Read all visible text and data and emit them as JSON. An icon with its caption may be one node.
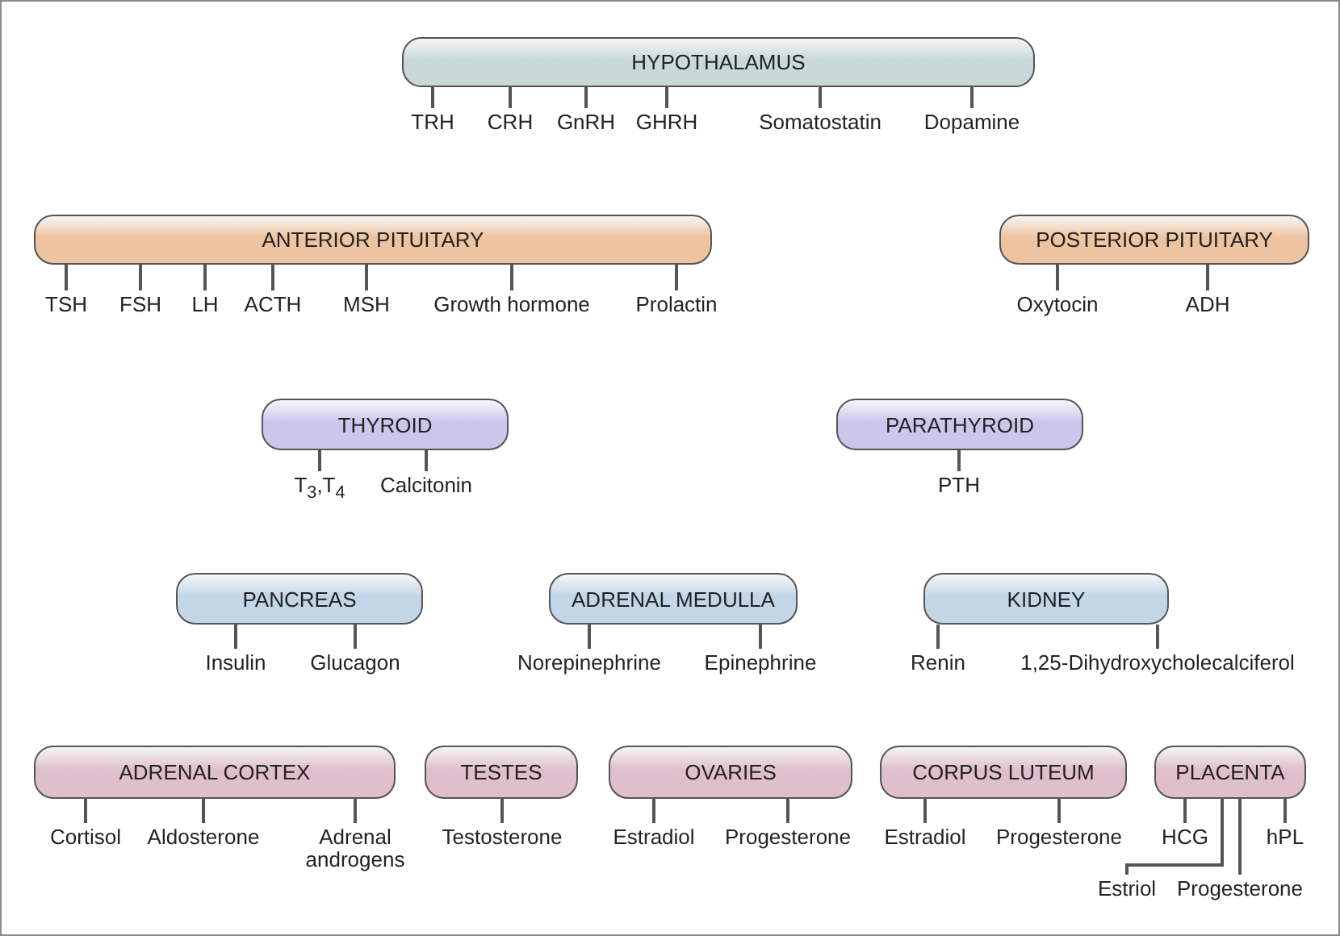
{
  "diagram": {
    "nodes": [
      {
        "text": [
          "HYPOTHALAMUS"
        ]
      },
      {
        "text": [
          "TRH"
        ]
      },
      {
        "text": [
          "CRH"
        ]
      },
      {
        "text": [
          "GnRH"
        ]
      },
      {
        "text": [
          "GHRH"
        ]
      },
      {
        "text": [
          "Somatostatin"
        ]
      },
      {
        "text": [
          "Dopamine"
        ]
      },
      {
        "text": [
          "ANTERIOR PITUITARY"
        ]
      },
      {
        "text": [
          "TSH"
        ]
      },
      {
        "text": [
          "FSH"
        ]
      },
      {
        "text": [
          "LH"
        ]
      },
      {
        "text": [
          "ACTH"
        ]
      },
      {
        "text": [
          "MSH"
        ]
      },
      {
        "text": [
          "Growth hormone"
        ]
      },
      {
        "text": [
          "Prolactin"
        ]
      },
      {
        "text": [
          "POSTERIOR PITUITARY"
        ]
      },
      {
        "text": [
          "Oxytocin"
        ]
      },
      {
        "text": [
          "ADH"
        ]
      },
      {
        "text": [
          "THYROID"
        ]
      },
      {
        "text": [
          "T$_{3}$,T$_{4}$"
        ]
      },
      {
        "text": [
          "Calcitonin"
        ]
      },
      {
        "text": [
          "PARATHYROID"
        ]
      },
      {
        "text": [
          "PTH"
        ]
      },
      {
        "text": [
          "PANCREAS"
        ]
      },
      {
        "text": [
          "Insulin"
        ]
      },
      {
        "text": [
          "Glucagon"
        ]
      },
      {
        "text": [
          "ADRENAL MEDULLA"
        ]
      },
      {
        "text": [
          "Norepinephrine"
        ]
      },
      {
        "text": [
          "Epinephrine"
        ]
      },
      {
        "text": [
          "KIDNEY"
        ]
      },
      {
        "text": [
          "Renin"
        ]
      },
      {
        "text": [
          "1,25-Dihydroxycholecalciferol"
        ]
      },
      {
        "text": [
          "ADRENAL CORTEX"
        ]
      },
      {
        "text": [
          "Cortisol"
        ]
      },
      {
        "text": [
          "Aldosterone"
        ]
      },
      {
        "text": [
          "Adrenal androgens"
        ]
      },
      {
        "text": [
          "TESTES"
        ]
      },
      {
        "text": [
          "Testosterone"
        ]
      },
      {
        "text": [
          "OVARIES"
        ]
      },
      {
        "text": [
          "Estradiol"
        ]
      },
      {
        "text": [
          "Progesterone"
        ]
      },
      {
        "text": [
          "CORPUS LUTEUM"
        ]
      },
      {
        "text": [
          "Estradiol"
        ]
      },
      {
        "text": [
          "Progesterone"
        ]
      },
      {
        "text": [
          "PLACENTA"
        ]
      },
      {
        "text": [
          "HCG"
        ]
      },
      {
        "text": [
          "hPL"
        ]
      },
      {
        "text": [
          "Estriol"
        ]
      },
      {
        "text": [
          "Progesterone"
        ]
      }
    ],
    "edges": [
      {
        "from": 0,
        "to": 1,
        "arrow": "none"
      },
      {
        "from": 0,
        "to": 2,
        "arrow": "none"
      },
      {
        "from": 0,
        "to": 3,
        "arrow": "none"
      },
      {
        "from": 0,
        "to": 4,
        "arrow": "none"
      },
      {
        "from": 0,
        "to": 5,
        "arrow": "none"
      },
      {
        "from": 0,
        "to": 6,
        "arrow": "none"
      },
      {
        "from": 7,
        "to": 8,
        "arrow": "none"
      },
      {
        "from": 7,
        "to": 9,
        "arrow": "none"
      },
      {
        "from": 7,
        "to": 10,
        "arrow": "none"
      },
      {
        "from": 7,
        "to": 11,
        "arrow": "none"
      },
      {
        "from": 7,
        "to": 12,
        "arrow": "none"
      },
      {
        "from": 7,
        "to": 13,
        "arrow": "none"
      },
      {
        "from": 7,
        "to": 14,
        "arrow": "none"
      },
      {
        "from": 15,
        "to": 16,
        "arrow": "none"
      },
      {
        "from": 15,
        "to": 17,
        "arrow": "none"
      },
      {
        "from": 18,
        "to": 19,
        "arrow": "none"
      },
      {
        "from": 18,
        "to": 20,
        "arrow": "none"
      },
      {
        "from": 21,
        "to": 22,
        "arrow": "none"
      },
      {
        "from": 23,
        "to": 24,
        "arrow": "none"
      },
      {
        "from": 23,
        "to": 25,
        "arrow": "none"
      },
      {
        "from": 26,
        "to": 27,
        "arrow": "none"
      },
      {
        "from": 26,
        "to": 28,
        "arrow": "none"
      },
      {
        "from": 29,
        "to": 30,
        "arrow": "none"
      },
      {
        "from": 29,
        "to": 31,
        "arrow": "none"
      },
      {
        "from": 32,
        "to": 33,
        "arrow": "none"
      },
      {
        "from": 32,
        "to": 34,
        "arrow": "none"
      },
      {
        "from": 32,
        "to": 35,
        "arrow": "none"
      },
      {
        "from": 36,
        "to": 37,
        "arrow": "none"
      },
      {
        "from": 38,
        "to": 39,
        "arrow": "none"
      },
      {
        "from": 38,
        "to": 40,
        "arrow": "none"
      },
      {
        "from": 41,
        "to": 42,
        "arrow": "none"
      },
      {
        "from": 41,
        "to": 43,
        "arrow": "none"
      },
      {
        "from": 44,
        "to": 45,
        "arrow": "none"
      },
      {
        "from": 44,
        "to": 46,
        "arrow": "none"
      },
      {
        "from": 44,
        "to": 47,
        "arrow": "none"
      },
      {
        "from": 44,
        "to": 48,
        "arrow": "none"
      }
    ]
  }
}
